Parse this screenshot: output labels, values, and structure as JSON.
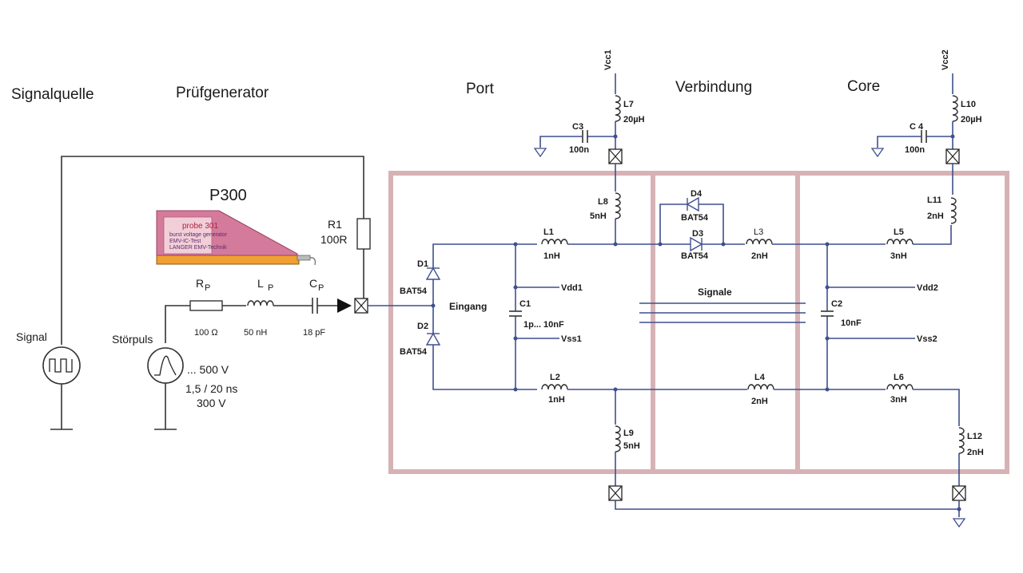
{
  "headers": {
    "signalquelle": "Signalquelle",
    "pruefgenerator": "Prüfgenerator",
    "port": "Port",
    "verbindung": "Verbindung",
    "core": "Core"
  },
  "generator": {
    "model": "P300",
    "probe_title": "probe 301",
    "probe_line1": "LANGER EMV-Technik",
    "probe_line2": "burst voltage generator",
    "probe_line3": "EMV-IC-Test",
    "r1_name": "R1",
    "r1_value": "100R",
    "rp_label": "R",
    "rp_sub": "P",
    "lp_label": "L",
    "lp_sub": "P",
    "cp_label": "C",
    "cp_sub": "P",
    "rp_value": "100 Ω",
    "lp_value": "50 nH",
    "cp_value": "18 pF",
    "signal_label": "Signal",
    "stoerpuls_label": "Störpuls",
    "voltage": "... 500 V",
    "timing": "1,5 / 20 ns",
    "voltage2": "300 V"
  },
  "components": {
    "d1": "D1",
    "d1_type": "BAT54",
    "d2": "D2",
    "d2_type": "BAT54",
    "eingang": "Eingang",
    "l1": "L1",
    "l1_val": "1nH",
    "l2": "L2",
    "l2_val": "1nH",
    "c1": "C1",
    "c1_val": "1p... 10nF",
    "vdd1": "Vdd1",
    "vss1": "Vss1",
    "vcc1": "Vcc1",
    "l7": "L7",
    "l7_val": "20µH",
    "c3": "C3",
    "c3_val": "100n",
    "l8": "L8",
    "l8_val": "5nH",
    "l9": "L9",
    "l9_val": "5nH",
    "d4": "D4",
    "d4_type": "BAT54",
    "d3": "D3",
    "d3_type": "BAT54",
    "l3": "L3",
    "l3_val": "2nH",
    "l4": "L4",
    "l4_val": "2nH",
    "signale": "Signale",
    "vcc2": "Vcc2",
    "l10": "L10",
    "l10_val": "20µH",
    "c4": "C 4",
    "c4_val": "100n",
    "l11": "L11",
    "l11_val": "2nH",
    "l5": "L5",
    "l5_val": "3nH",
    "l6": "L6",
    "l6_val": "3nH",
    "c2": "C2",
    "c2_val": "10nF",
    "vdd2": "Vdd2",
    "vss2": "Vss2",
    "l12": "L12",
    "l12_val": "2nH"
  },
  "colors": {
    "wire": "#3f4f8f",
    "block_border": "#d7b2b5",
    "probe_body": "#d47a9a",
    "probe_base": "#f0a030"
  }
}
